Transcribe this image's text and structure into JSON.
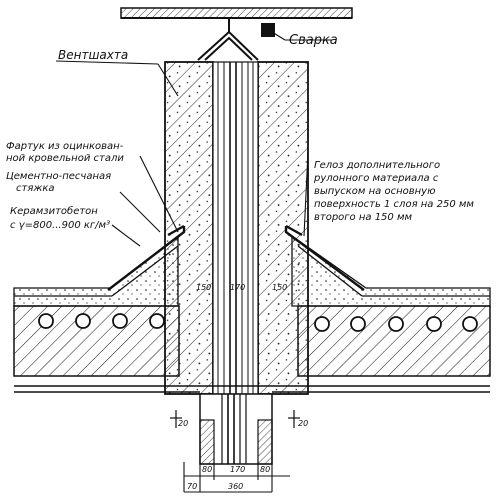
{
  "labels": {
    "svarka": "Сварка",
    "ventshakhta": "Вентшахта",
    "fartuk_line1": "Фартук из оцинкован-",
    "fartuk_line2": "ной кровельной стали",
    "cement_line1": "Цементно-песчаная",
    "cement_line2": "стяжка",
    "keramzit_line1": "Керамзитобетон",
    "keramzit_line2": "с γ=800...900 кг/м³",
    "gidro_line1": "Гелоз дополнительного",
    "gidro_line2": "рулонного материала с",
    "gidro_line3": "выпуском на основную",
    "gidro_line4": "поверхность 1 слоя на 250 мм",
    "gidro_line5": "второго на 150 мм"
  },
  "dimensions": {
    "inner_left": "150",
    "inner_mid": "170",
    "inner_right": "150",
    "bottom_top_left": "80",
    "bottom_top_mid": "170",
    "bottom_top_right": "80",
    "bottom_left": "70",
    "bottom_total": "360",
    "level_left": "20",
    "level_right": "20"
  },
  "colors": {
    "ink": "#111111",
    "paper": "#ffffff"
  }
}
